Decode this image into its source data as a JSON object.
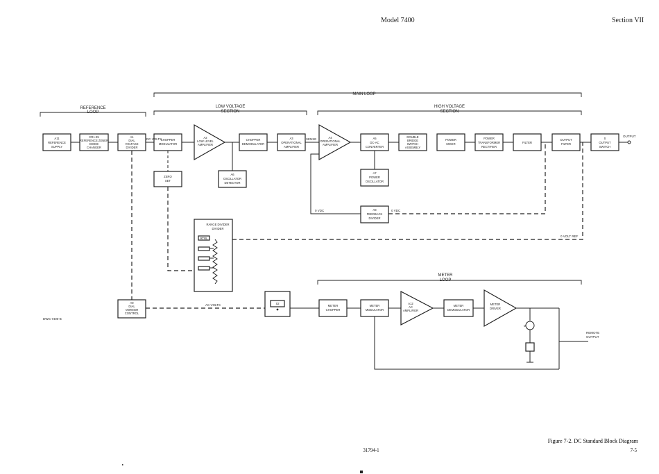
{
  "header": {
    "model": "Model 7400",
    "section": "Section VII"
  },
  "sections": {
    "main_loop": "MAIN LOOP",
    "reference_loop": [
      "REFERENCE",
      "LOOP"
    ],
    "low_voltage": [
      "LOW VOLTAGE",
      "SECTION"
    ],
    "high_voltage": [
      "HIGH VOLTAGE",
      "SECTION"
    ],
    "meter_loop": [
      "METER",
      "LOOP"
    ]
  },
  "blocks": {
    "ref_supply": [
      "A11",
      "REFERENCE",
      "SUPPLY"
    ],
    "ref_diode": [
      "CR1-35",
      "REFERENCE ZENER",
      "DIODE",
      "CHANGER"
    ],
    "divider": [
      "A1",
      "DIAL",
      "VOLTAGE",
      "DIVIDER"
    ],
    "chopper_mod": [
      "CHOPPER",
      "MODULATOR"
    ],
    "low_amp": [
      "A2",
      "LOW LEVEL",
      "AMPLIFIER"
    ],
    "demod": [
      "CHOPPER",
      "DEMODULATOR"
    ],
    "oper_amp": [
      "A3",
      "OPERATIONAL",
      "AMPLIFIER"
    ],
    "hv_amp": [
      "A4",
      "OPERATIONAL",
      "AMPLIFIER"
    ],
    "dc_ac_conv": [
      "A5",
      "DC-AC",
      "CONVERTER"
    ],
    "double_bridge": [
      "DOUBLE",
      "BRIDGE",
      "SWITCH",
      "ASSEMBLY"
    ],
    "power_mixer": [
      "POWER",
      "MIXER"
    ],
    "power_transformer": [
      "POWER",
      "TRANSFORMER",
      "RECTIFIER"
    ],
    "filter": [
      "FILTER"
    ],
    "output_filter": [
      "OUTPUT",
      "FILTER"
    ],
    "output_switch": [
      "S",
      "OUTPUT",
      "SWITCH"
    ],
    "zero_set": [
      "ZERO",
      "SET"
    ],
    "osc_detector": [
      "A6",
      "OSCILLATOR",
      "DETECTOR"
    ],
    "power_osc": [
      "A7",
      "POWER",
      "OSCILLATOR"
    ],
    "feedback_divider": [
      "A8",
      "FEEDBACK",
      "DIVIDER"
    ],
    "range_divider": [
      "RANGE DIVIDER",
      "DIVIDER"
    ],
    "rtrl": "RTRL",
    "vernier_control": [
      "A9",
      "DIAL",
      "VERNIER",
      "CONTROL"
    ],
    "switch_s2": [
      "S2"
    ],
    "meter_chopper": [
      "METER",
      "CHOPPER"
    ],
    "meter_modulator": [
      "METER",
      "MODULATOR"
    ],
    "meter_amp": [
      "A12",
      "AC",
      "AMPLIFIER"
    ],
    "meter_demod": [
      "METER",
      "DEMODULATOR"
    ],
    "meter_driver": [
      "METER",
      "DRIVER"
    ]
  },
  "signals": {
    "output": "OUTPUT",
    "dc_volts_left": "DC VOLTS",
    "sense_signal": "SENSE",
    "ac_signal": "AC VOLTS",
    "ac_left": "0 VDC",
    "ac_right": "0 VDC",
    "feedback": "0 VOLT REF",
    "remote": [
      "REMOTE",
      "OUTPUT"
    ],
    "meter_symbol": "M",
    "legend": "DWG 7400-B"
  },
  "footer": {
    "caption": "Figure 7-2.  DC Standard Block Diagram",
    "doc_number": "31794-1",
    "page": "7-5"
  }
}
